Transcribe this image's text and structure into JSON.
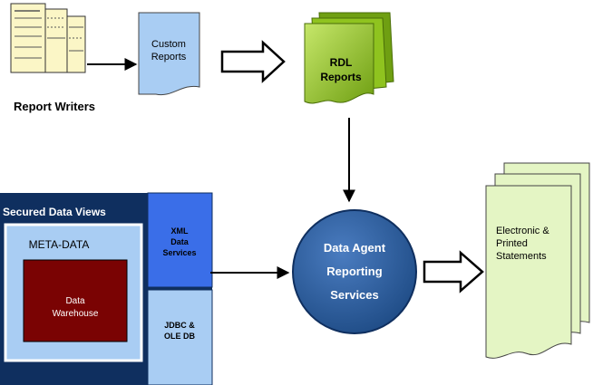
{
  "report_writers": {
    "label": "Report Writers"
  },
  "custom_reports": {
    "line1": "Custom",
    "line2": "Reports"
  },
  "rdl_reports": {
    "line1": "RDL",
    "line2": "Reports"
  },
  "secured_views": {
    "title": "Secured Data Views",
    "meta_data": "META-DATA",
    "warehouse_line1": "Data",
    "warehouse_line2": "Warehouse",
    "xml_line1": "XML",
    "xml_line2": "Data",
    "xml_line3": "Services",
    "jdbc_line1": "JDBC &",
    "jdbc_line2": "OLE DB"
  },
  "agent": {
    "line1": "Data Agent",
    "line2": "Reporting",
    "line3": "Services"
  },
  "statements": {
    "line1": "Electronic &",
    "line2": "Printed",
    "line3": "Statements"
  },
  "colors": {
    "navy": "#0f2f5f",
    "light_blue": "#a9cdf3",
    "maroon": "#7a0303",
    "xml_blue": "#3a6ee8",
    "agent_blue": "#2c5fa0",
    "rdl_green": "#8fc31f",
    "paper_yellow": "#fbf6c6",
    "statement_green": "#e4f5c4"
  }
}
